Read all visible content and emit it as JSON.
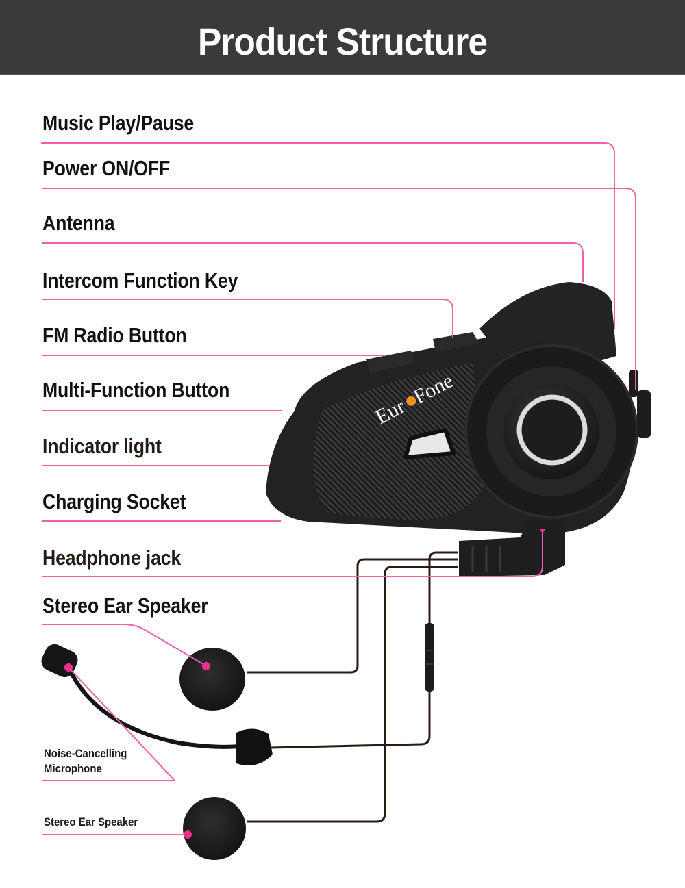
{
  "header": {
    "title": "Product Structure"
  },
  "colors": {
    "header_bg": "#3a3a3a",
    "callout_line": "#ee5fae",
    "cable": "#2a1a14",
    "device": "#1e1e1e",
    "logo_orange": "#f0901e"
  },
  "device": {
    "brand_logo_left": "Eur",
    "brand_logo_right": "Fone"
  },
  "callouts": [
    {
      "id": "music-play-pause",
      "label": "Music Play/Pause"
    },
    {
      "id": "power-on-off",
      "label": "Power  ON/OFF"
    },
    {
      "id": "antenna",
      "label": "Antenna"
    },
    {
      "id": "intercom-function-key",
      "label": "Intercom Function Key"
    },
    {
      "id": "fm-radio-button",
      "label": "FM Radio Button"
    },
    {
      "id": "multi-function-button",
      "label": "Multi-Function Button"
    },
    {
      "id": "indicator-light",
      "label": "Indicator light"
    },
    {
      "id": "charging-socket",
      "label": "Charging Socket"
    },
    {
      "id": "headphone-jack",
      "label": "Headphone jack"
    },
    {
      "id": "stereo-ear-speaker-top",
      "label": "Stereo Ear Speaker"
    }
  ],
  "accessories": {
    "microphone_label_line1": "Noise-Cancelling",
    "microphone_label_line2": "Microphone",
    "bottom_speaker_label": "Stereo Ear Speaker"
  }
}
